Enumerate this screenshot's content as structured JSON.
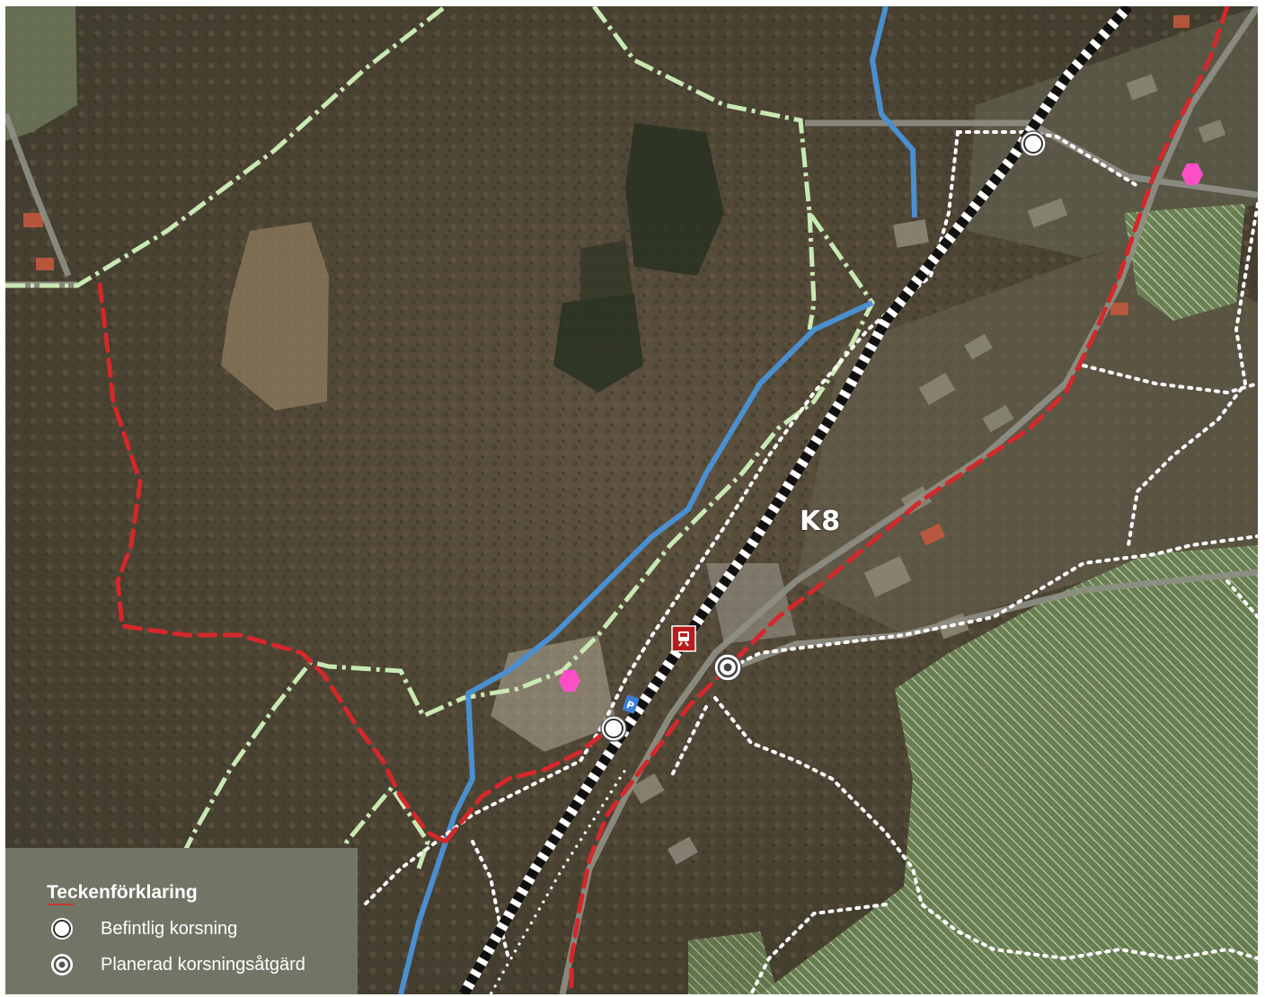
{
  "map": {
    "area_label": "K8",
    "colors": {
      "railway": "#111111",
      "red_route": "#d4282a",
      "green_route": "#c9e9b3",
      "stream": "#4a8fd0",
      "white_path": "#ffffff",
      "poi": "#ff4fc8",
      "station": "#b81c1c",
      "hatch_area": "#7fa062"
    },
    "icons": [
      "station-icon",
      "parking-icon",
      "existing-crossing-icon",
      "planned-crossing-icon",
      "poi-hexagon-icon"
    ]
  },
  "legend": {
    "title": "Teckenförklaring",
    "items": [
      {
        "icon": "existing-crossing-icon",
        "label": "Befintlig korsning"
      },
      {
        "icon": "planned-crossing-icon",
        "label": "Planerad korsningsåtgärd"
      }
    ]
  }
}
